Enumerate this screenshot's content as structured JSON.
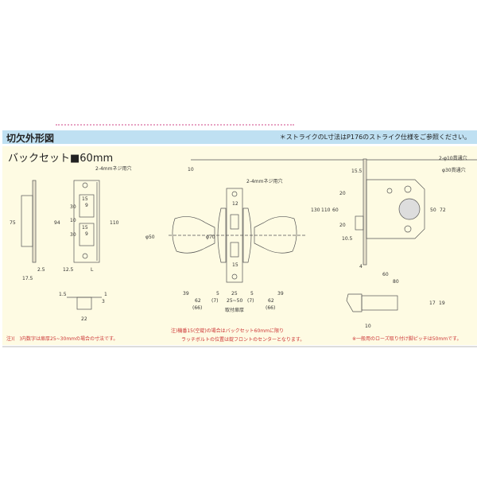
{
  "header": {
    "title": "切欠外形図",
    "note": "＊ストライクのL寸法はP176のストライク仕様をご参照ください。"
  },
  "backset": "バックセット■60mm",
  "strike": {
    "hole": "2-4mmネジ用穴",
    "dims": [
      "75",
      "94",
      "110",
      "30",
      "10",
      "30",
      "15",
      "9",
      "15",
      "9",
      "2.5",
      "17.5",
      "12.5",
      "L",
      "1.5",
      "1",
      "3",
      "22"
    ]
  },
  "knob": {
    "hole": "2-4mmネジ用穴",
    "dims": [
      "10",
      "φ50",
      "φ70",
      "12",
      "15",
      "39",
      "62",
      "(66)",
      "5",
      "(7)",
      "25",
      "25~50",
      "5",
      "(7)",
      "62",
      "(66)",
      "39"
    ],
    "door_label": "取付扉厚"
  },
  "case": {
    "hole1": "2-φ10貫通穴",
    "hole2": "φ30貫通穴",
    "dims": [
      "130",
      "110",
      "60",
      "15.5",
      "20",
      "20",
      "10.5",
      "50",
      "72",
      "4",
      "60",
      "80",
      "17",
      "19",
      "10"
    ]
  },
  "notes": {
    "left": "注)(　)内数字は扉厚25~30mmの場合の寸法です。",
    "center1": "注)機番15(空錠)の場合はバックセット60mmに限り",
    "center2": "ラッチボルトの位置は錠フロントのセンターとなります。",
    "right": "※一般用のローズ取り付け脚ピッチは50mmです。"
  }
}
